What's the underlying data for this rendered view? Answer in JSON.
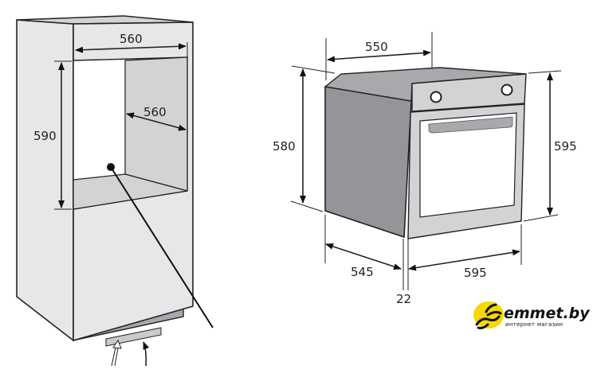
{
  "cabinet": {
    "width_label": "560",
    "height_label": "590",
    "depth_label": "560"
  },
  "oven": {
    "depth_top_label": "550",
    "body_height_label": "580",
    "front_height_label": "595",
    "body_depth_label": "545",
    "front_width_label": "595",
    "panel_thickness_label": "22"
  },
  "logo": {
    "name": "emmet.by",
    "tagline": "интернет магазин",
    "accent_color": "#f5d800"
  }
}
